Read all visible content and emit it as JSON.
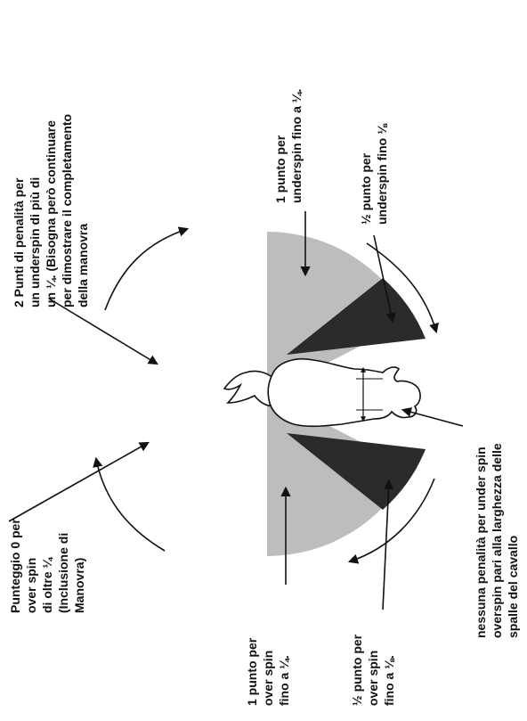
{
  "colors": {
    "light_zone": "#bdbdbd",
    "dark_zone": "#2b2b2b",
    "line": "#111111",
    "horse_fill": "#ffffff"
  },
  "labels": {
    "penalty_two": [
      "2 Punti di penalità per",
      "un underspin di più di",
      "un ¼. (Bisogna però continuare",
      "per dimostrare il completamento",
      "della manovra"
    ],
    "score_zero": [
      "Punteggio 0 per",
      "over spin",
      "di oltre ¼",
      "(Inclusione di",
      "Manovra)"
    ],
    "under_one": [
      "1 punto per",
      "underspin fino a ¼."
    ],
    "under_half": [
      "½ punto per",
      "underspin fino ⅛"
    ],
    "no_penalty": [
      "nessuna penalità per under spin",
      "overspin pari alla larghezza delle",
      "spalle del cavallo"
    ],
    "over_one": [
      "1 punto per",
      "over spin",
      "fino a ¼."
    ],
    "over_half": [
      "½ punto per",
      "over spin",
      "fino a ⅛."
    ]
  }
}
